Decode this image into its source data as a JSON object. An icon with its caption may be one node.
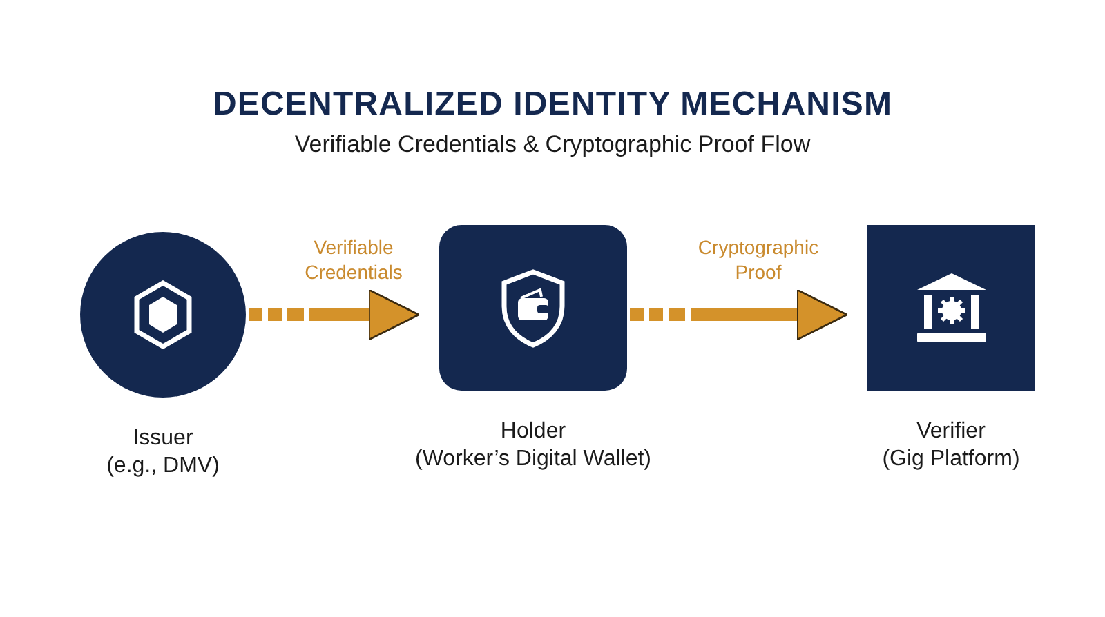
{
  "diagram": {
    "title": "DECENTRALIZED IDENTITY MECHANISM",
    "caption": "Verifiable Credentials & Cryptographic Proof Flow",
    "nodes": [
      {
        "text": [
          "Issuer",
          "(e.g., DMV)"
        ]
      },
      {
        "text": [
          "Holder",
          "(Worker’s Digital Wallet)"
        ]
      },
      {
        "text": [
          "Verifier",
          "(Gig Platform)"
        ]
      }
    ],
    "edges": [
      {
        "from": 0,
        "to": 1,
        "arrow": "to",
        "label": "Verifiable Credentials"
      },
      {
        "from": 1,
        "to": 2,
        "arrow": "to",
        "label": "Cryptographic Proof"
      }
    ]
  }
}
